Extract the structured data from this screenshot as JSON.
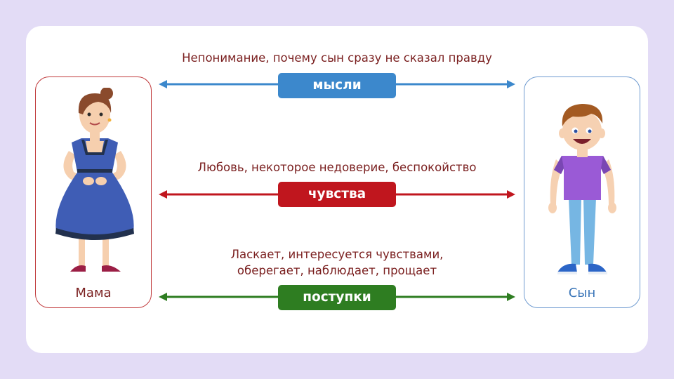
{
  "colors": {
    "background": "#e3dcf6",
    "thoughts": "#3c88cc",
    "feelings": "#c0161e",
    "actions": "#2e7d21",
    "mom_border": "#c0393b",
    "son_border": "#6f9bd0"
  },
  "left_person": {
    "label": "Мама",
    "icon": "mother-figure"
  },
  "right_person": {
    "label": "Сын",
    "icon": "son-figure"
  },
  "rows": {
    "thoughts": {
      "description": "Непонимание, почему сын сразу не сказал правду",
      "label": "мысли"
    },
    "feelings": {
      "description": "Любовь, некоторое недоверие, беспокойство",
      "label": "чувства"
    },
    "actions": {
      "description_line1": "Ласкает, интересуется чувствами,",
      "description_line2": "оберегает, наблюдает, прощает",
      "label": "поступки"
    }
  }
}
